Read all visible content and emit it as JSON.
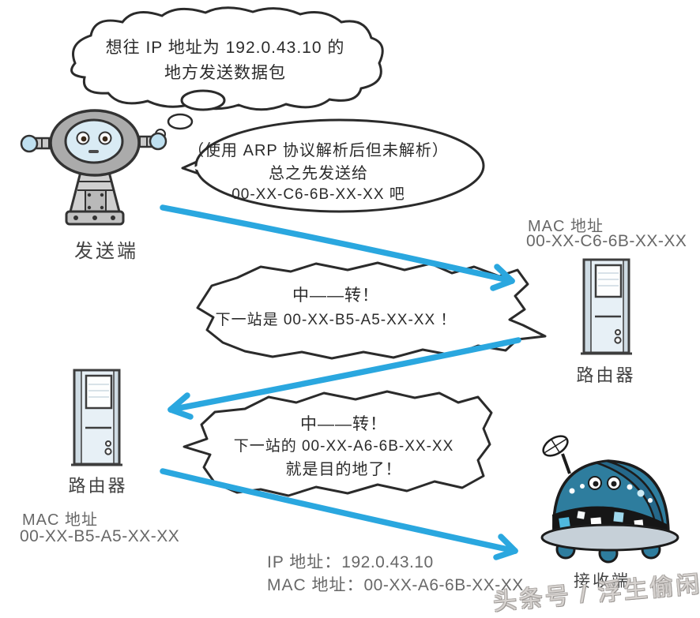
{
  "thought_bubble": {
    "line1": "想往 IP 地址为 192.0.43.10 的",
    "line2": "地方发送数据包"
  },
  "arp_bubble": {
    "line1": "（使用 ARP 协议解析后但未解析）",
    "line2": "总之先发送给",
    "line3": "00-XX-C6-6B-XX-XX 吧"
  },
  "relay_bubble_1": {
    "line1": "中——转！",
    "line2": "下一站是 00-XX-B5-A5-XX-XX ！"
  },
  "relay_bubble_2": {
    "line1": "中——转！",
    "line2": "下一站的 00-XX-A6-6B-XX-XX",
    "line3": "就是目的地了！"
  },
  "sender": {
    "label": "发送端"
  },
  "receiver": {
    "label": "接收端"
  },
  "router_right": {
    "label": "路由器",
    "mac_title": "MAC 地址",
    "mac": "00-XX-C6-6B-XX-XX"
  },
  "router_left": {
    "label": "路由器",
    "mac_title": "MAC 地址",
    "mac": "00-XX-B5-A5-XX-XX"
  },
  "destination": {
    "ip_label": "IP 地址：",
    "ip": "192.0.43.10",
    "mac_label": "MAC 地址：",
    "mac": "00-XX-A6-6B-XX-XX"
  },
  "watermark": {
    "text": "头条号 / 浮生偷闲"
  },
  "colors": {
    "arrow_blue": "#2AA7DF",
    "outline_black": "#2b2b2b",
    "robot_gray": "#ababab",
    "robot_face_blue": "#d9ebf4",
    "receiver_teal": "#2e7d9e",
    "router_body": "#e7f0f6",
    "text_gray": "#686868"
  }
}
